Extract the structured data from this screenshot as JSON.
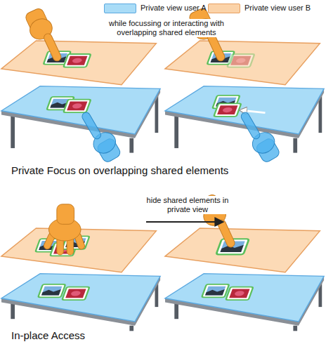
{
  "diagram": {
    "labels": [
      "while focussing or interacting with overlapping shared elements",
      "Private Focus on overlapping shared elements",
      "hide shared elements in private view",
      "In-place Access"
    ],
    "legend": [
      {
        "text": "Private view user A",
        "color": "#a9dcf7"
      },
      {
        "text": "Private view user B",
        "color": "#fbd3a9"
      }
    ]
  }
}
